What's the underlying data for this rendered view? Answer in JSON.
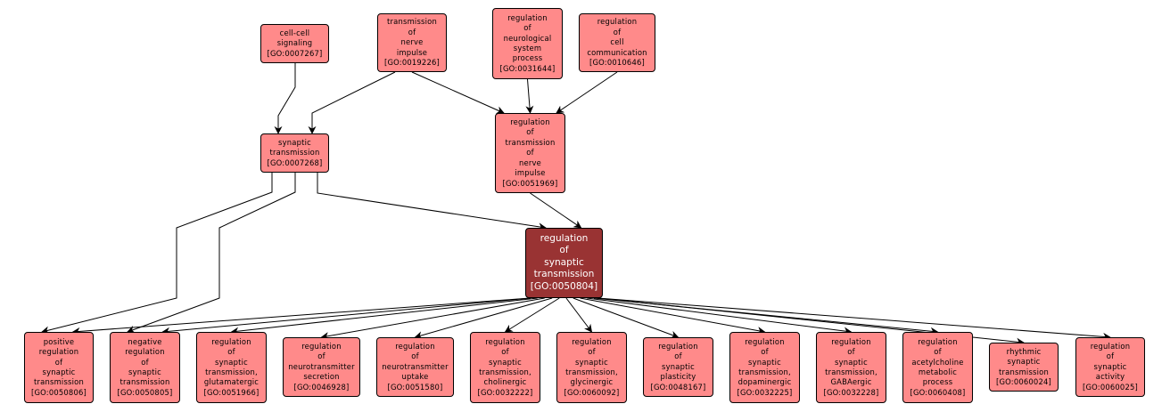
{
  "graph": {
    "title": "GO term graph: regulation of synaptic transmission",
    "colors": {
      "node_fill": "#ff8a8a",
      "focus_fill": "#993333",
      "edge": "#000000"
    },
    "nodes": {
      "n0007267": {
        "lines": [
          "cell-cell",
          "signaling"
        ],
        "id": "[GO:0007267]"
      },
      "n0019226": {
        "lines": [
          "transmission",
          "of",
          "nerve",
          "impulse"
        ],
        "id": "[GO:0019226]"
      },
      "n0031644": {
        "lines": [
          "regulation",
          "of",
          "neurological",
          "system",
          "process"
        ],
        "id": "[GO:0031644]"
      },
      "n0010646": {
        "lines": [
          "regulation",
          "of",
          "cell",
          "communication"
        ],
        "id": "[GO:0010646]"
      },
      "n0007268": {
        "lines": [
          "synaptic",
          "transmission"
        ],
        "id": "[GO:0007268]"
      },
      "n0051969": {
        "lines": [
          "regulation",
          "of",
          "transmission",
          "of",
          "nerve",
          "impulse"
        ],
        "id": "[GO:0051969]"
      },
      "n0050804": {
        "lines": [
          "regulation",
          "of",
          "synaptic",
          "transmission"
        ],
        "id": "[GO:0050804]"
      },
      "n0050806": {
        "lines": [
          "positive",
          "regulation",
          "of",
          "synaptic",
          "transmission"
        ],
        "id": "[GO:0050806]"
      },
      "n0050805": {
        "lines": [
          "negative",
          "regulation",
          "of",
          "synaptic",
          "transmission"
        ],
        "id": "[GO:0050805]"
      },
      "n0051966": {
        "lines": [
          "regulation",
          "of",
          "synaptic",
          "transmission,",
          "glutamatergic"
        ],
        "id": "[GO:0051966]"
      },
      "n0046928": {
        "lines": [
          "regulation",
          "of",
          "neurotransmitter",
          "secretion"
        ],
        "id": "[GO:0046928]"
      },
      "n0051580": {
        "lines": [
          "regulation",
          "of",
          "neurotransmitter",
          "uptake"
        ],
        "id": "[GO:0051580]"
      },
      "n0032222": {
        "lines": [
          "regulation",
          "of",
          "synaptic",
          "transmission,",
          "cholinergic"
        ],
        "id": "[GO:0032222]"
      },
      "n0060092": {
        "lines": [
          "regulation",
          "of",
          "synaptic",
          "transmission,",
          "glycinergic"
        ],
        "id": "[GO:0060092]"
      },
      "n0048167": {
        "lines": [
          "regulation",
          "of",
          "synaptic",
          "plasticity"
        ],
        "id": "[GO:0048167]"
      },
      "n0032225": {
        "lines": [
          "regulation",
          "of",
          "synaptic",
          "transmission,",
          "dopaminergic"
        ],
        "id": "[GO:0032225]"
      },
      "n0032228": {
        "lines": [
          "regulation",
          "of",
          "synaptic",
          "transmission,",
          "GABAergic"
        ],
        "id": "[GO:0032228]"
      },
      "n0060408": {
        "lines": [
          "regulation",
          "of",
          "acetylcholine",
          "metabolic",
          "process"
        ],
        "id": "[GO:0060408]"
      },
      "n0060024": {
        "lines": [
          "rhythmic",
          "synaptic",
          "transmission"
        ],
        "id": "[GO:0060024]"
      },
      "n0060025": {
        "lines": [
          "regulation",
          "of",
          "synaptic",
          "activity"
        ],
        "id": "[GO:0060025]"
      }
    },
    "edges": [
      [
        "n0007267",
        "n0007268"
      ],
      [
        "n0019226",
        "n0007268"
      ],
      [
        "n0019226",
        "n0051969"
      ],
      [
        "n0031644",
        "n0051969"
      ],
      [
        "n0010646",
        "n0051969"
      ],
      [
        "n0007268",
        "n0050804"
      ],
      [
        "n0051969",
        "n0050804"
      ],
      [
        "n0007268",
        "n0050806"
      ],
      [
        "n0007268",
        "n0050805"
      ],
      [
        "n0050804",
        "n0050806"
      ],
      [
        "n0050804",
        "n0050805"
      ],
      [
        "n0050804",
        "n0051966"
      ],
      [
        "n0050804",
        "n0046928"
      ],
      [
        "n0050804",
        "n0051580"
      ],
      [
        "n0050804",
        "n0032222"
      ],
      [
        "n0050804",
        "n0060092"
      ],
      [
        "n0050804",
        "n0048167"
      ],
      [
        "n0050804",
        "n0032225"
      ],
      [
        "n0050804",
        "n0032228"
      ],
      [
        "n0050804",
        "n0060408"
      ],
      [
        "n0050804",
        "n0060024"
      ],
      [
        "n0050804",
        "n0060025"
      ]
    ]
  }
}
